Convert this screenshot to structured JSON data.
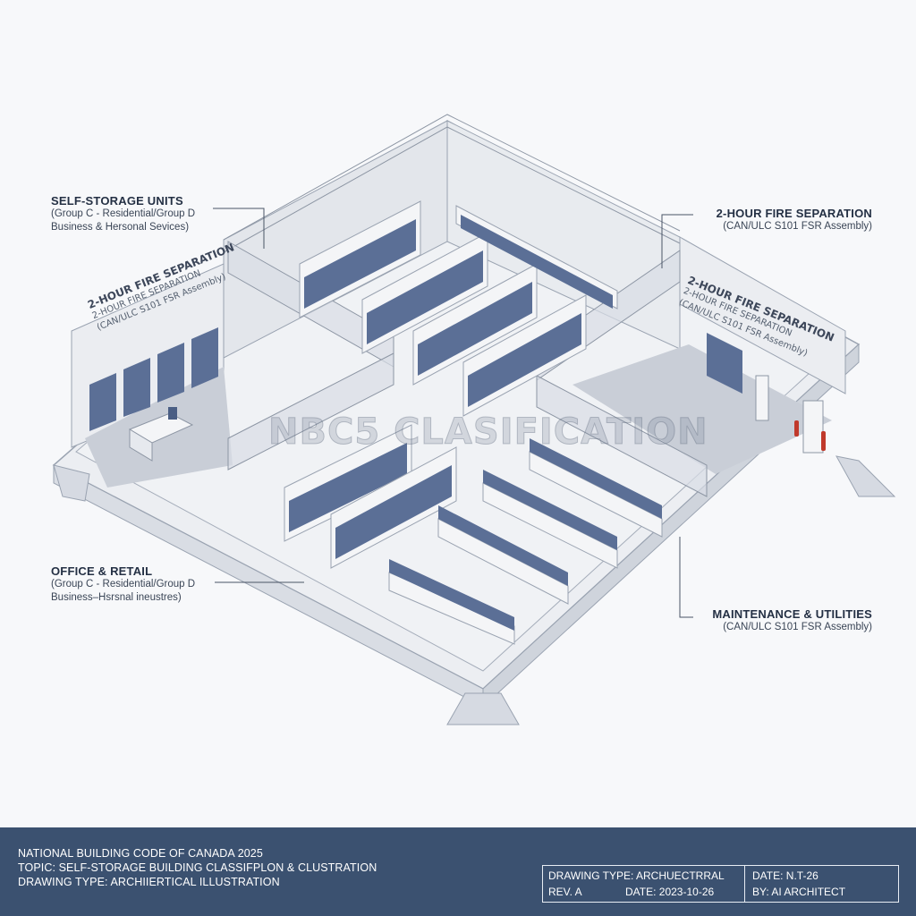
{
  "labels": {
    "self_storage": {
      "title": "SELF-STORAGE UNITS",
      "line1": "(Group C - Residential/Group D",
      "line2": "Business & Hersonal Sevices)"
    },
    "fire_separation_right": {
      "title": "2-HOUR FIRE SEPARATION",
      "line1": "(CAN/ULC S101 FSR Assembly)"
    },
    "office_retail": {
      "title": "OFFICE & RETAIL",
      "line1": "(Group C - Residential/Group D",
      "line2": "Business–Hsrsnal ineustres)"
    },
    "maintenance": {
      "title": "MAINTENANCE & UTILITIES",
      "line1": "(CAN/ULC S101 FSR Assembly)"
    }
  },
  "wall_text": {
    "left_title": "2-HOUR FIRE SEPARATION",
    "left_line1": "2-HOUR FIRE SEPARATION",
    "left_line2": "(CAN/ULC S101 FSR Assembly)",
    "right_title": "2-HOUR FIRE SEPARATION",
    "right_line1": "2-HOUR FIRE SEPARATION",
    "right_line2": "(CAN/ULC S101 FSR Assembly)"
  },
  "watermark": "NBC5 CLASIFICATION",
  "footer": {
    "line1": "NATIONAL BUILDING CODE OF CANADA 2025",
    "line2": "TOPIC: SELF-STORAGE BUILDING CLASSIFPLON & CLUSTRATION",
    "line3": "DRAWING TYPE: ARCHIIERTICAL ILLUSTRATION"
  },
  "title_block": {
    "drawing_type": "DRAWING TYPE: ARCHUECTRRAL",
    "rev": "REV. A",
    "date_left": "DATE: 2023-10-26",
    "date_right": "DATE: N.T-26",
    "by": "BY: AI ARCHITECT"
  },
  "colors": {
    "door_blue": "#5b6f96",
    "wall": "#e6e9ee",
    "floor": "#eef0f3",
    "footer_bg": "#3b5170",
    "extinguisher": "#c0392b"
  }
}
